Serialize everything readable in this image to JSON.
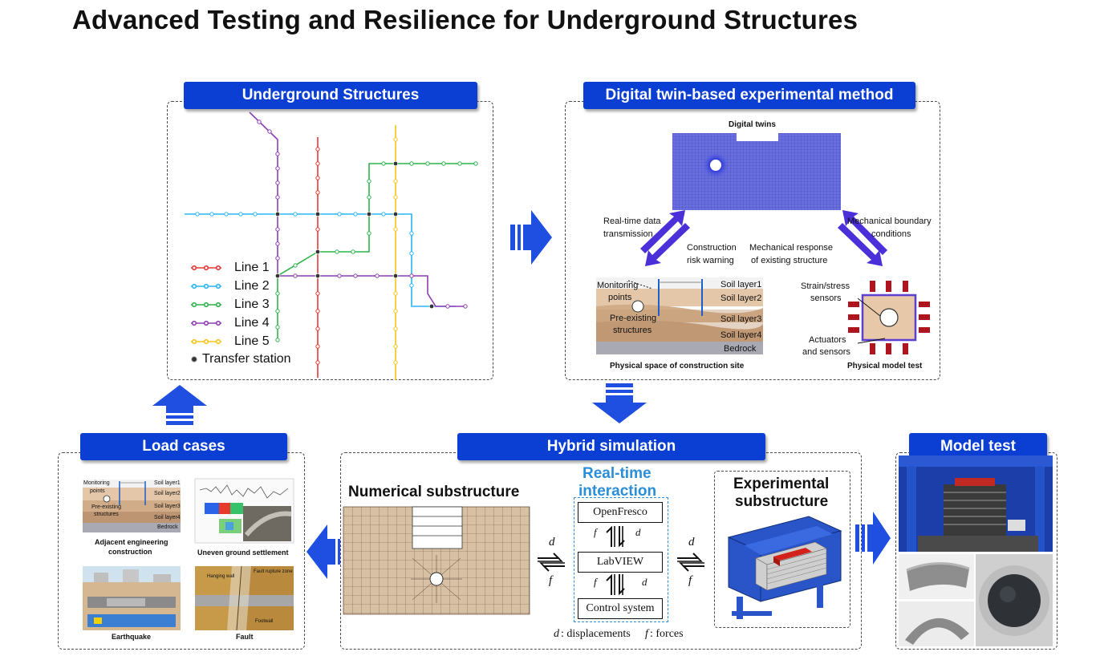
{
  "title": "Advanced Testing and Resilience for Underground Structures",
  "panels": {
    "underground": {
      "heading": "Underground Structures",
      "legend": [
        {
          "label": "Line 1",
          "color": "#e53935"
        },
        {
          "label": "Line 2",
          "color": "#29b6f6"
        },
        {
          "label": "Line 3",
          "color": "#2eb34d"
        },
        {
          "label": "Line 4",
          "color": "#8e3fb3"
        },
        {
          "label": "Line 5",
          "color": "#f5c518"
        }
      ],
      "transfer_label": "Transfer station"
    },
    "digital_twin": {
      "heading": "Digital twin-based experimental method",
      "twins_label": "Digital twins",
      "realtime_label_1": "Real-time data",
      "realtime_label_2": "transmission",
      "risk_label_1": "Construction",
      "risk_label_2": "risk warning",
      "boundary_label_1": "Mechanical boundary",
      "boundary_label_2": "conditions",
      "response_label_1": "Mechanical response",
      "response_label_2": "of existing structure",
      "site": {
        "monitoring_1": "Monitoring",
        "monitoring_2": "points",
        "preexisting_1": "Pre-existing",
        "preexisting_2": "structures",
        "layers": [
          "Soil layer1",
          "Soil layer2",
          "Soil layer3",
          "Soil layer4",
          "Bedrock"
        ],
        "caption": "Physical space of construction site"
      },
      "model": {
        "sensors_1": "Strain/stress",
        "sensors_2": "sensors",
        "actuators_1": "Actuators",
        "actuators_2": "and sensors",
        "caption": "Physical model test"
      }
    },
    "load_cases": {
      "heading": "Load cases",
      "site_mini": {
        "monitoring_1": "Monitoring",
        "monitoring_2": "points",
        "preexisting_1": "Pre-existing",
        "preexisting_2": "structures",
        "layers": [
          "Soil layer1",
          "Soil layer2",
          "Soil layer3",
          "Soil layer4",
          "Bedrock"
        ]
      },
      "caption_adjacent_1": "Adjacent engineering",
      "caption_adjacent_2": "construction",
      "caption_settlement": "Uneven ground settlement",
      "caption_earthquake": "Earthquake",
      "caption_fault": "Fault",
      "fault_labels": {
        "hanging": "Hanging wall",
        "rupture": "Fault rupture zone",
        "foot": "Footwall"
      }
    },
    "hybrid": {
      "heading": "Hybrid simulation",
      "numerical": "Numerical substructure",
      "realtime_1": "Real-time",
      "realtime_2": "interaction",
      "boxes": [
        "OpenFresco",
        "LabVIEW",
        "Control system"
      ],
      "d_symbol": "d",
      "f_symbol": "f",
      "experimental_1": "Experimental",
      "experimental_2": "substructure",
      "note_d": "d",
      "note_d_text": ": displacements",
      "note_f": "f",
      "note_f_text": ": forces"
    },
    "model_test": {
      "heading": "Model test"
    }
  },
  "colors": {
    "banner": "#0b3fd4",
    "arrow": "#1f4fe0",
    "soil_light": "#d9b99b",
    "soil_dark": "#b48a68",
    "mesh": "#5b5fd1"
  }
}
